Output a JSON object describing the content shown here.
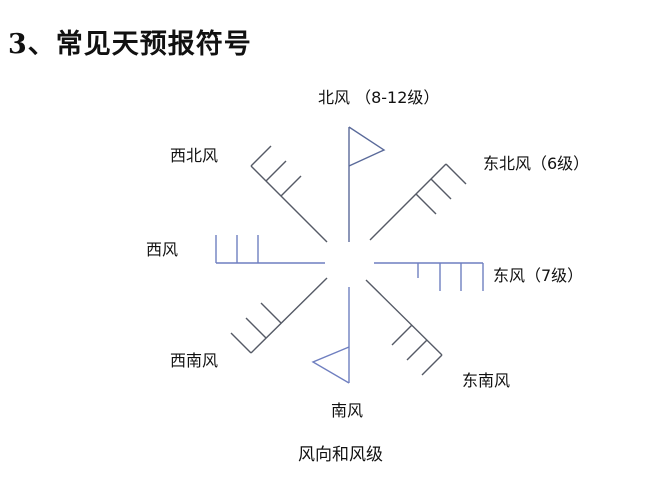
{
  "title": "3、常见天预报符号",
  "labels": {
    "north": "北风 （8-12级）",
    "northeast": "东北风（6级）",
    "east": "东风（7级）",
    "southeast": "东南风",
    "south": "南风",
    "southwest": "西南风",
    "west": "西风",
    "northwest": "西北风"
  },
  "caption": "风向和风级",
  "colors": {
    "line_blue": "#6f7fc0",
    "line_gray": "#555a66"
  }
}
